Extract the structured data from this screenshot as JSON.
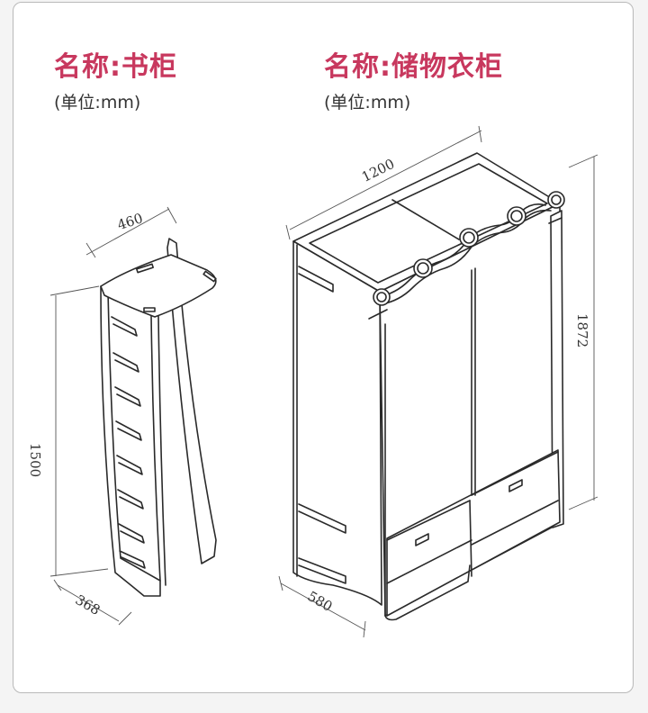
{
  "bookcase": {
    "title": "名称:书柜",
    "unit": "(单位:mm)",
    "width": "460",
    "height": "1500",
    "depth": "368"
  },
  "wardrobe": {
    "title": "名称:储物衣柜",
    "unit": "(单位:mm)",
    "width": "1200",
    "height": "1872",
    "depth": "580"
  },
  "colors": {
    "title": "#c8385e",
    "line": "#2a2a2a",
    "frame": "#b9b9b9"
  }
}
